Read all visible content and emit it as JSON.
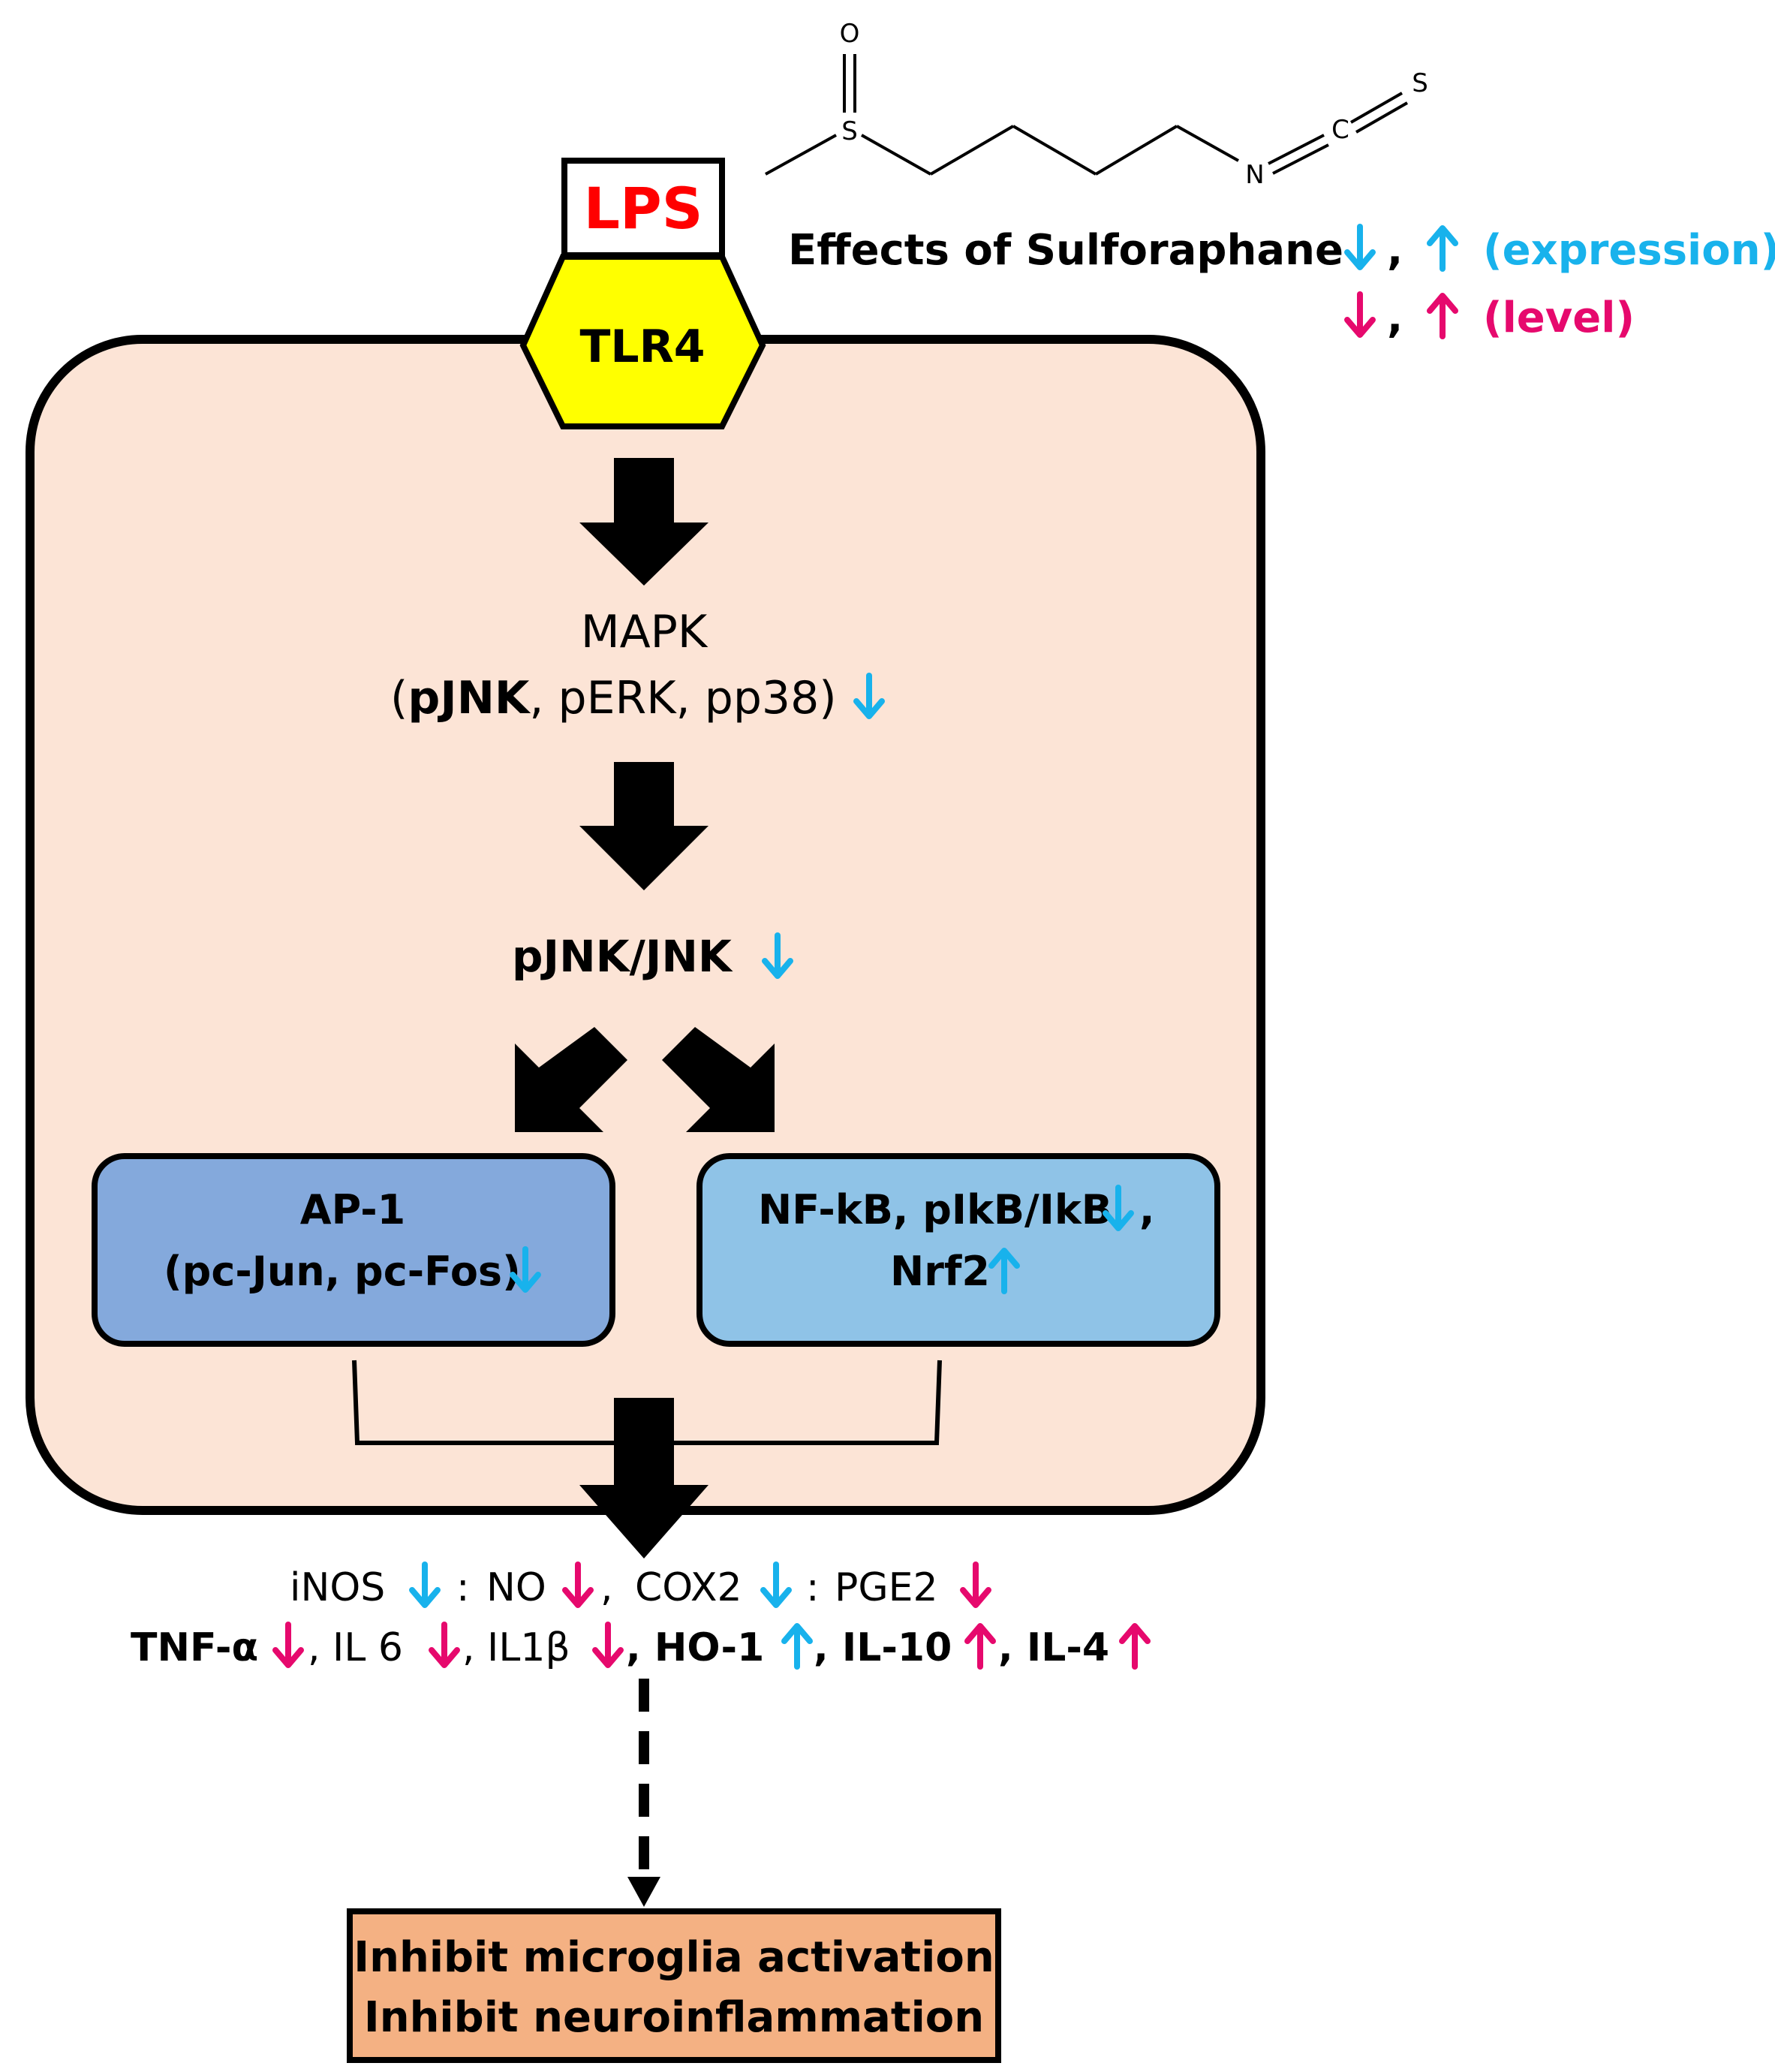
{
  "colors": {
    "cell_fill": "#fce4d6",
    "ap1_fill": "#84a9dc",
    "nfkb_fill": "#8fc3e7",
    "tlr4_fill": "#ffff00",
    "outcome_fill": "#f4b183",
    "expression": "#18b2ec",
    "level": "#e6096d",
    "lps_text": "#ff0000"
  },
  "legend": {
    "title": "Effects of Sulforaphane",
    "expression_label": "(expression)",
    "level_label": "(level)",
    "sep": ","
  },
  "molecule": {
    "name": "sulforaphane-structure",
    "atoms": {
      "o": "O",
      "s1": "S",
      "n": "N",
      "c": "C",
      "s2": "S"
    }
  },
  "ligand": {
    "label": "LPS"
  },
  "receptor": {
    "label": "TLR4"
  },
  "mapk": {
    "title": "MAPK",
    "paren_open": "(",
    "pjnk": "pJNK",
    "rest": ", pERK, pp38)",
    "effect": "down",
    "effect_kind": "expression"
  },
  "jnk": {
    "label": "pJNK/JNK",
    "effect": "down",
    "effect_kind": "expression"
  },
  "ap1": {
    "title": "AP-1",
    "subtitle": "(pc-Jun, pc-Fos)",
    "effect": "down",
    "effect_kind": "expression"
  },
  "nfkb": {
    "line1": "NF-kB, pIkB/IkB",
    "line1_tail": ",",
    "line2": "Nrf2",
    "effects": [
      {
        "target": "NF-kB, pIkB/IkB",
        "effect": "down",
        "effect_kind": "expression"
      },
      {
        "target": "Nrf2",
        "effect": "up",
        "effect_kind": "expression"
      }
    ]
  },
  "mediators": {
    "line1": {
      "inos": "iNOS",
      "colon1": ":",
      "no": "NO",
      "comma1": ",",
      "cox2": "COX2",
      "colon2": ":",
      "pge2": "PGE2"
    },
    "line2": {
      "tnf": "TNF-α",
      "il6": ", IL 6",
      "il1b": ", IL1β",
      "ho1": ", HO-1",
      "il10": ", IL-10",
      "il4": ", IL-4"
    },
    "effects": [
      {
        "target": "iNOS",
        "effect": "down",
        "effect_kind": "expression"
      },
      {
        "target": "NO",
        "effect": "down",
        "effect_kind": "level"
      },
      {
        "target": "COX2",
        "effect": "down",
        "effect_kind": "expression"
      },
      {
        "target": "PGE2",
        "effect": "down",
        "effect_kind": "level"
      },
      {
        "target": "TNF-α",
        "effect": "down",
        "effect_kind": "level"
      },
      {
        "target": "IL 6",
        "effect": "down",
        "effect_kind": "level"
      },
      {
        "target": "IL1β",
        "effect": "down",
        "effect_kind": "level"
      },
      {
        "target": "HO-1",
        "effect": "up",
        "effect_kind": "expression"
      },
      {
        "target": "IL-10",
        "effect": "up",
        "effect_kind": "level"
      },
      {
        "target": "IL-4",
        "effect": "up",
        "effect_kind": "level"
      }
    ]
  },
  "outcome": {
    "line1": "Inhibit microglia activation",
    "line2": "Inhibit neuroinflammation"
  }
}
